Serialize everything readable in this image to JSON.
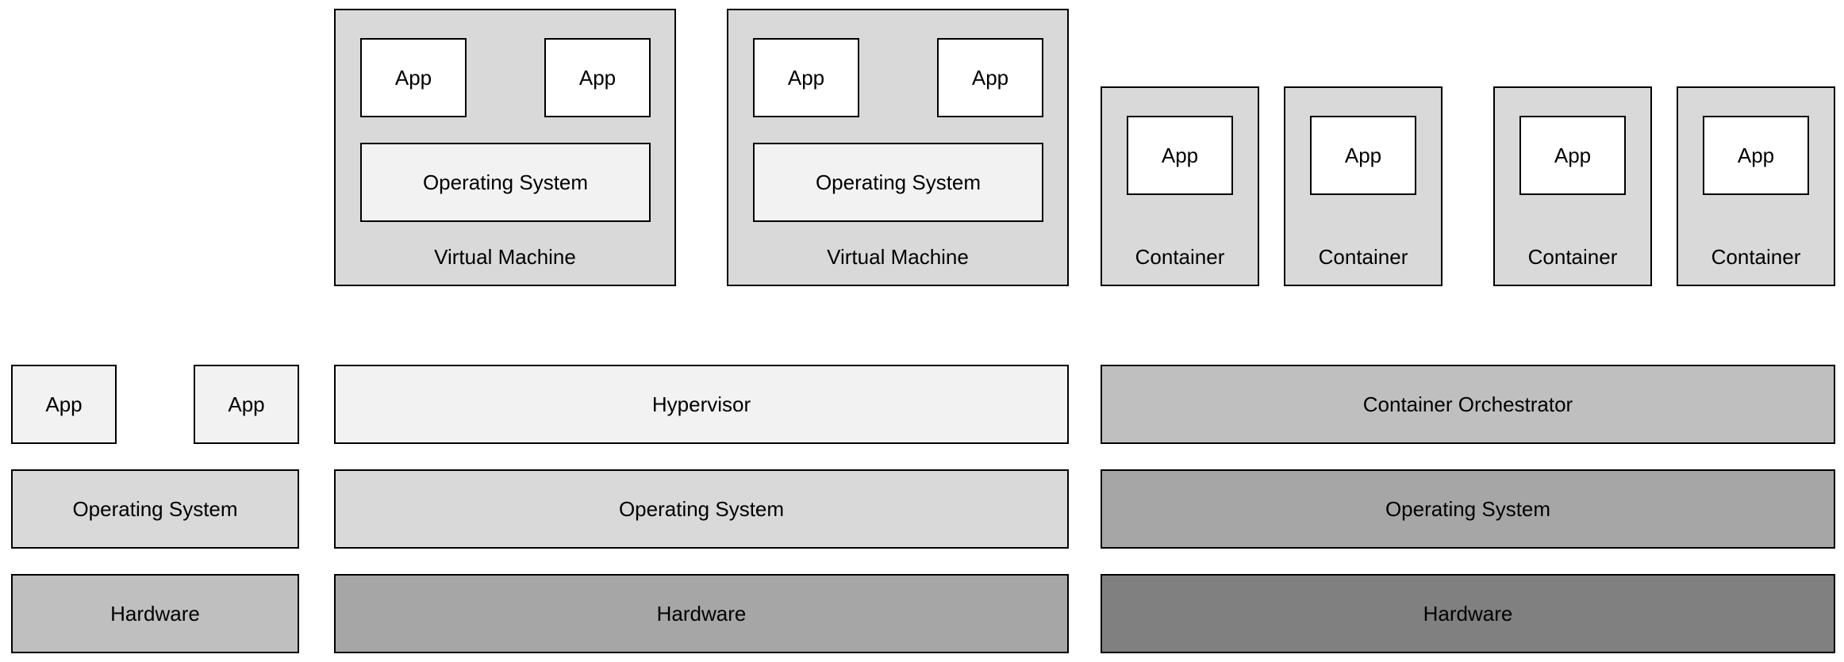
{
  "labels": {
    "app": "App",
    "operating_system": "Operating System",
    "hardware": "Hardware",
    "hypervisor": "Hypervisor",
    "container_orchestrator": "Container Orchestrator",
    "virtual_machine": "Virtual Machine",
    "container": "Container"
  },
  "colors": {
    "white": "#ffffff",
    "lightest_gray": "#f2f2f2",
    "light_gray": "#d9d9d9",
    "mid_gray": "#bfbfbf",
    "dark_gray": "#a6a6a6",
    "darkest_gray": "#808080",
    "border": "#000000"
  }
}
